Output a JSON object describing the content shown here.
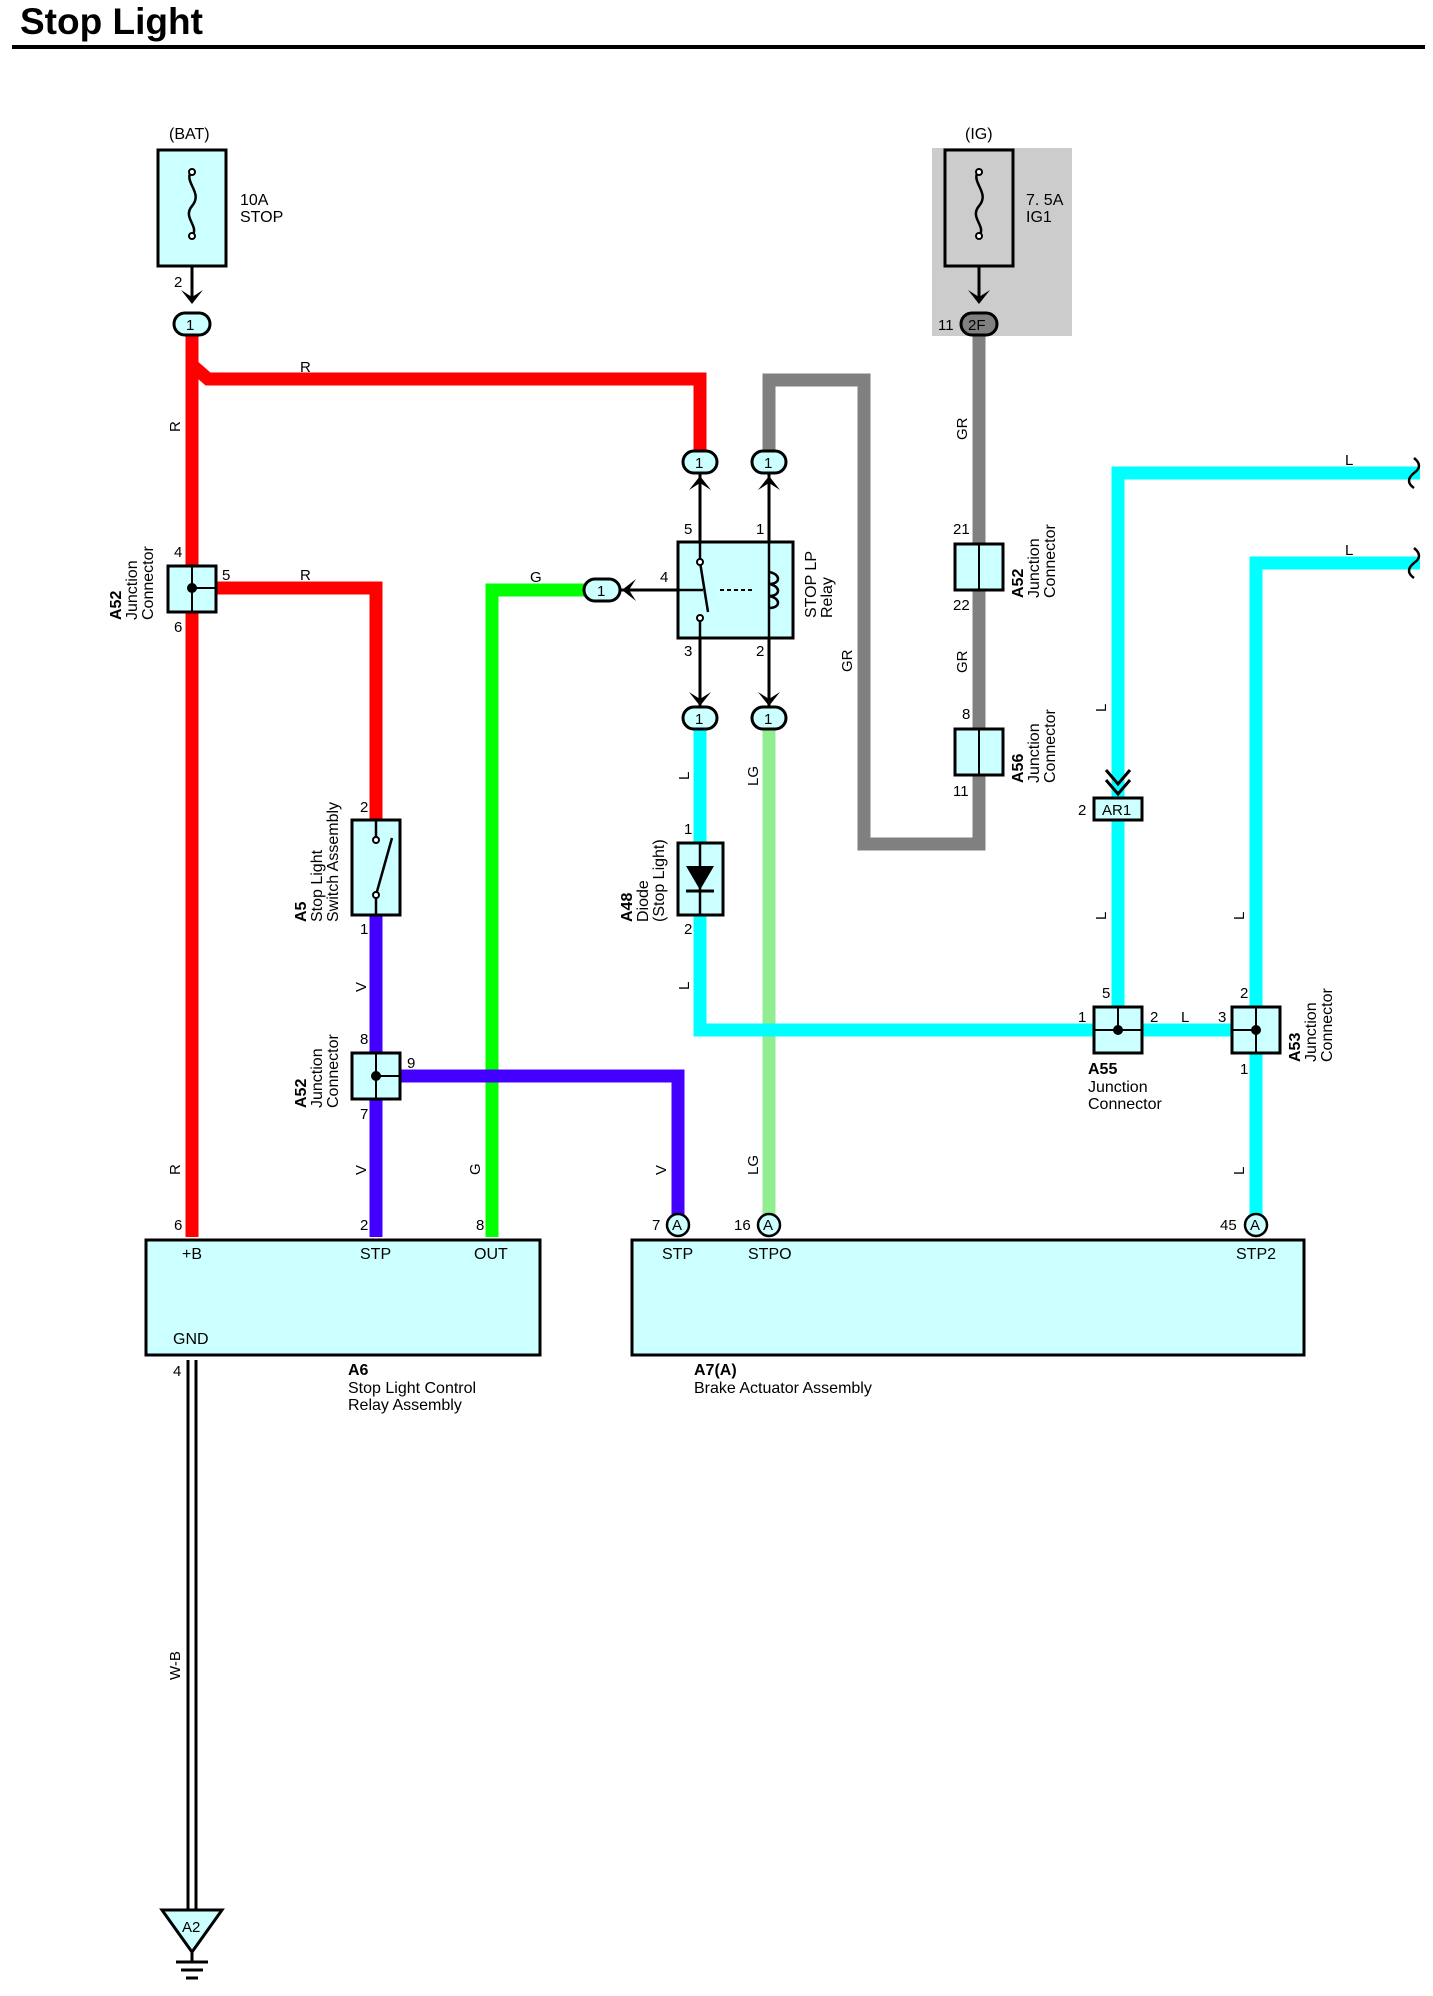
{
  "title": "Stop Light",
  "colors": {
    "R": "#ff0000",
    "GR": "#808080",
    "G": "#00ff00",
    "LG": "#90ee90",
    "L": "#00ffff",
    "V": "#4400ff",
    "WB": "#000000",
    "component_fill": "#ccffff",
    "ig_shade": "#cccccc"
  },
  "power": {
    "bat": {
      "label": "(BAT)",
      "rating": "10A",
      "name": "STOP",
      "pin_out": "2",
      "conn_pin": "1"
    },
    "ig": {
      "label": "(IG)",
      "rating": "7. 5A",
      "name": "IG1",
      "pin_out": "11",
      "conn_pin": "2F"
    }
  },
  "wire_labels": {
    "R": "R",
    "GR": "GR",
    "G": "G",
    "LG": "LG",
    "L": "L",
    "V": "V",
    "WB": "W-B"
  },
  "relay": {
    "name_line1": "STOP LP",
    "name_line2": "Relay",
    "pins": {
      "p1": "1",
      "p2": "2",
      "p3": "3",
      "p4": "4",
      "p5": "5"
    },
    "conn_pin": "1"
  },
  "a52_top": {
    "code": "A52",
    "line1": "Junction",
    "line2": "Connector",
    "pin_top": "4",
    "pin_right": "5",
    "pin_bottom": "6"
  },
  "a52_gr": {
    "code": "A52",
    "line1": "Junction",
    "line2": "Connector",
    "pin_top": "21",
    "pin_bottom": "22"
  },
  "a56": {
    "code": "A56",
    "line1": "Junction",
    "line2": "Connector",
    "pin_top": "8",
    "pin_bottom": "11"
  },
  "a5": {
    "code": "A5",
    "line1": "Stop Light",
    "line2": "Switch Assembly",
    "pin_top": "2",
    "pin_bottom": "1"
  },
  "a52_mid": {
    "code": "A52",
    "line1": "Junction",
    "line2": "Connector",
    "pin_top": "8",
    "pin_right": "9",
    "pin_bottom": "7"
  },
  "a48": {
    "code": "A48",
    "line1": "Diode",
    "line2": "(Stop Light)",
    "pin_top": "1",
    "pin_bottom": "2"
  },
  "a55": {
    "code": "A55",
    "line1": "Junction",
    "line2": "Connector",
    "pin_left": "1",
    "pin_right": "2",
    "pin_top": "5"
  },
  "a53": {
    "code": "A53",
    "line1": "Junction",
    "line2": "Connector",
    "pin_left": "3",
    "pin_top": "2",
    "pin_bottom": "1"
  },
  "ar1": {
    "label": "AR1",
    "pin": "2"
  },
  "a6": {
    "code": "A6",
    "line1": "Stop Light Control",
    "line2": "Relay Assembly",
    "terminals": {
      "b": "+B",
      "stp": "STP",
      "out": "OUT",
      "gnd": "GND"
    },
    "pins": {
      "b": "6",
      "stp": "2",
      "out": "8",
      "gnd": "4"
    }
  },
  "a7": {
    "code": "A7(A)",
    "line1": "Brake Actuator Assembly",
    "terminals": {
      "stp": "STP",
      "stpo": "STPO",
      "stp2": "STP2"
    },
    "pins": {
      "stp": "7",
      "stpo": "16",
      "stp2": "45"
    },
    "conn": "A"
  },
  "ground": {
    "label": "A2"
  }
}
